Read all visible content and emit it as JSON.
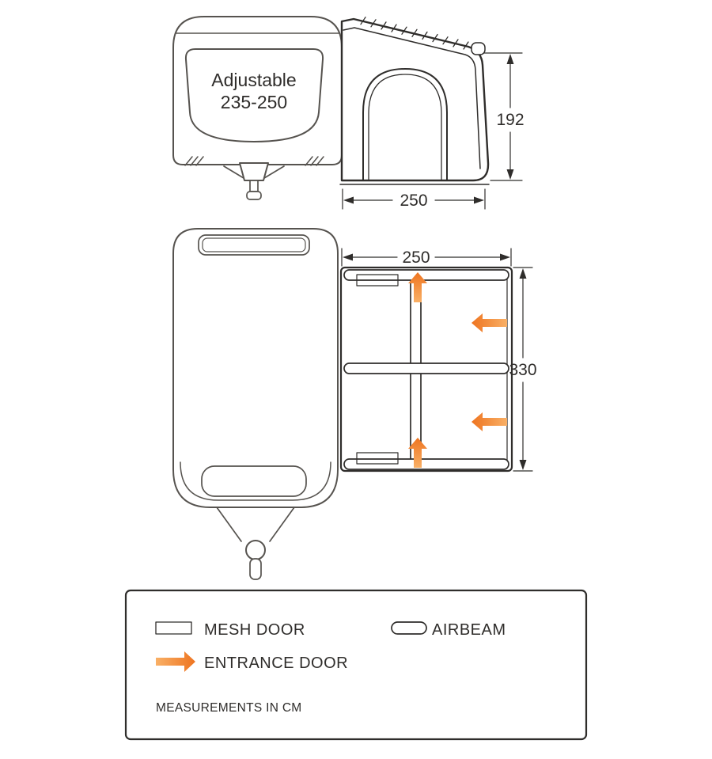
{
  "side_view": {
    "adjustable_line1": "Adjustable",
    "adjustable_line2": "235-250",
    "height_cm": "192",
    "depth_cm": "250"
  },
  "plan_view": {
    "width_cm": "250",
    "length_cm": "330"
  },
  "legend": {
    "mesh_door_label": "MESH DOOR",
    "airbeam_label": "AIRBEAM",
    "entrance_door_label": "ENTRANCE DOOR",
    "note": "MEASUREMENTS IN CM"
  },
  "colors": {
    "line": "#2f2d2b",
    "line_soft": "#56534f",
    "arrow_light": "#f9b066",
    "arrow_dark": "#ee7420"
  }
}
